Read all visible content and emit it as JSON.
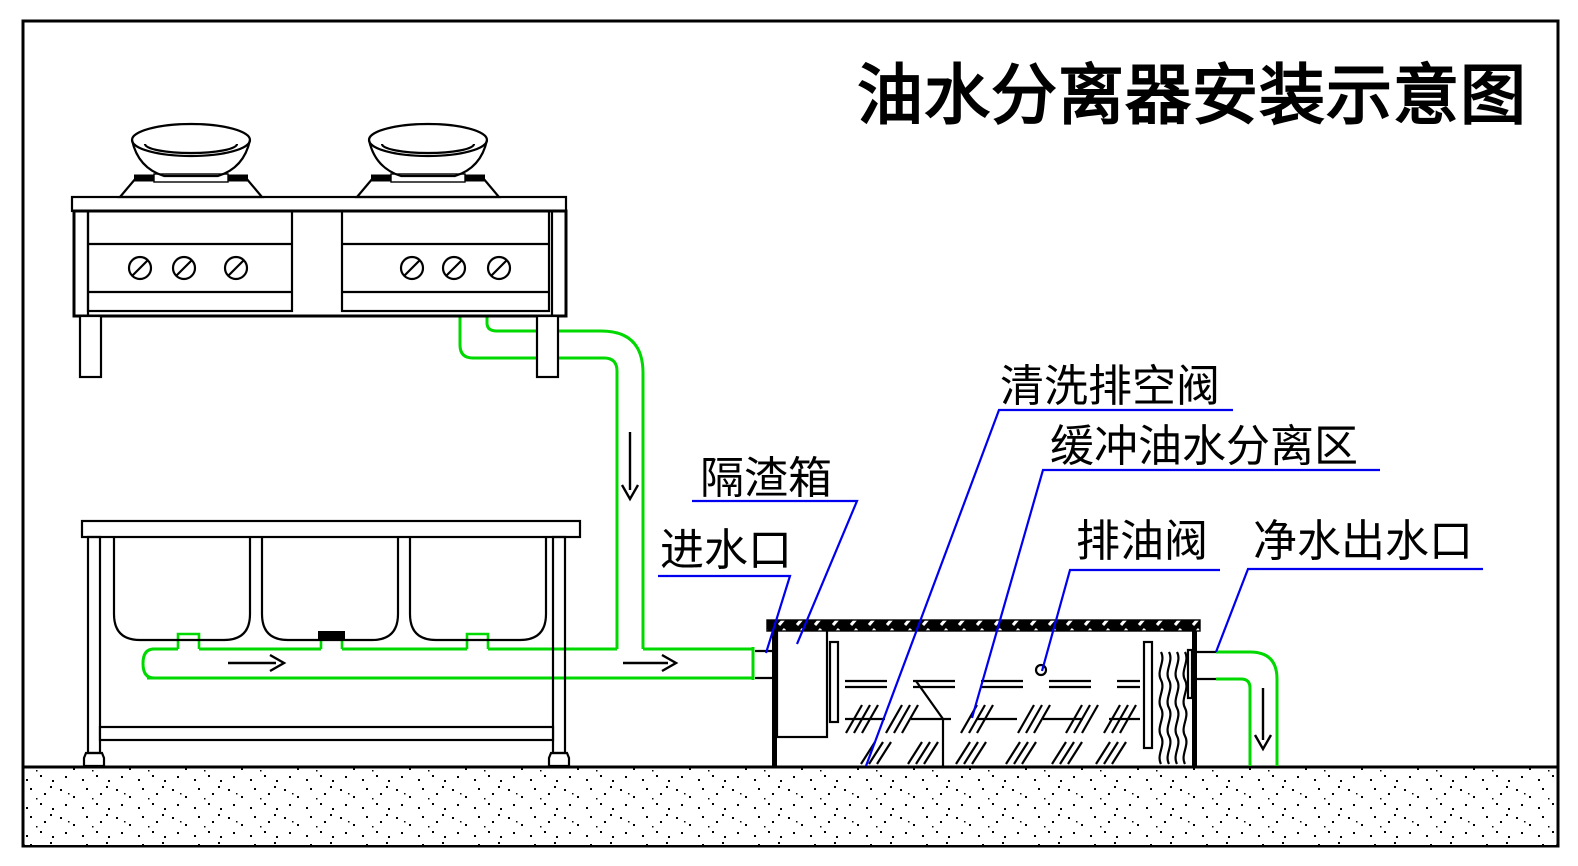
{
  "title": "油水分离器安装示意图",
  "labels": {
    "residue_box": "隔渣箱",
    "water_inlet": "进水口",
    "cleaning_drain_valve": "清洗排空阀",
    "buffer_separation_zone": "缓冲油水分离区",
    "oil_drain_valve": "排油阀",
    "clean_water_outlet": "净水出水口"
  },
  "colors": {
    "pipe": "#00d900",
    "leader": "#0000ee",
    "ink": "#000000",
    "paper": "#ffffff"
  },
  "flow": {
    "stove_drop_arrow": "down",
    "sink_pipe_arrow": "right",
    "inlet_pipe_arrow": "right",
    "outlet_drop_arrow": "down"
  }
}
